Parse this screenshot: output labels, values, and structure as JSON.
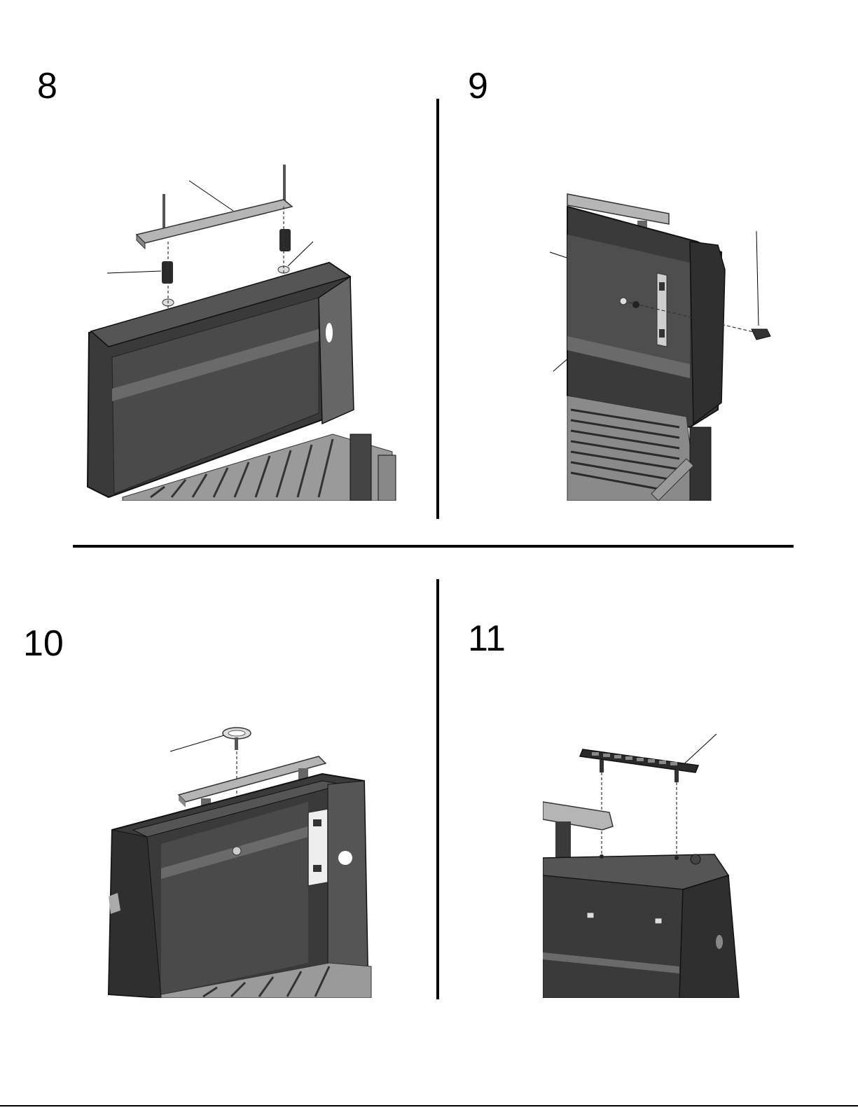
{
  "steps": [
    {
      "number": "8"
    },
    {
      "number": "9"
    },
    {
      "number": "10"
    },
    {
      "number": "11"
    }
  ],
  "colors": {
    "lid_dark": "#3a3a3a",
    "lid_mid": "#555555",
    "lid_light": "#7a7a7a",
    "handle": "#b5b5b5",
    "grate": "#9a9a9a",
    "line": "#000000"
  }
}
